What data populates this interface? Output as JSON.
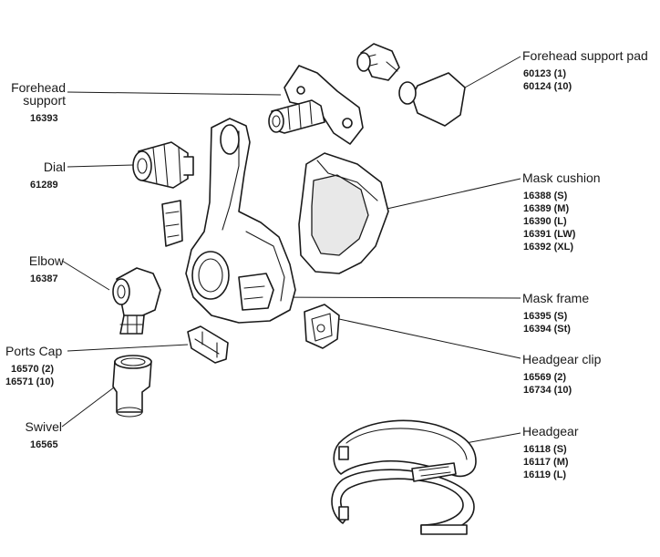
{
  "parts": {
    "forehead_support": {
      "label_lines": [
        "Forehead",
        "support"
      ],
      "part_numbers": [
        "16393"
      ]
    },
    "dial": {
      "label": "Dial",
      "part_numbers": [
        "61289"
      ]
    },
    "elbow": {
      "label": "Elbow",
      "part_numbers": [
        "16387"
      ]
    },
    "ports_cap": {
      "label": "Ports Cap",
      "part_numbers": [
        "16570 (2)",
        "16571 (10)"
      ]
    },
    "swivel": {
      "label": "Swivel",
      "part_numbers": [
        "16565"
      ]
    },
    "forehead_support_pad": {
      "label": "Forehead support pad",
      "part_numbers": [
        "60123 (1)",
        "60124 (10)"
      ]
    },
    "mask_cushion": {
      "label": "Mask cushion",
      "part_numbers": [
        "16388 (S)",
        "16389 (M)",
        "16390 (L)",
        "16391 (LW)",
        "16392 (XL)"
      ]
    },
    "mask_frame": {
      "label": "Mask frame",
      "part_numbers": [
        "16395 (S)",
        "16394 (St)"
      ]
    },
    "headgear_clip": {
      "label": "Headgear clip",
      "part_numbers": [
        "16569 (2)",
        "16734 (10)"
      ]
    },
    "headgear": {
      "label": "Headgear",
      "part_numbers": [
        "16118 (S)",
        "16117 (M)",
        "16119 (L)"
      ]
    }
  }
}
